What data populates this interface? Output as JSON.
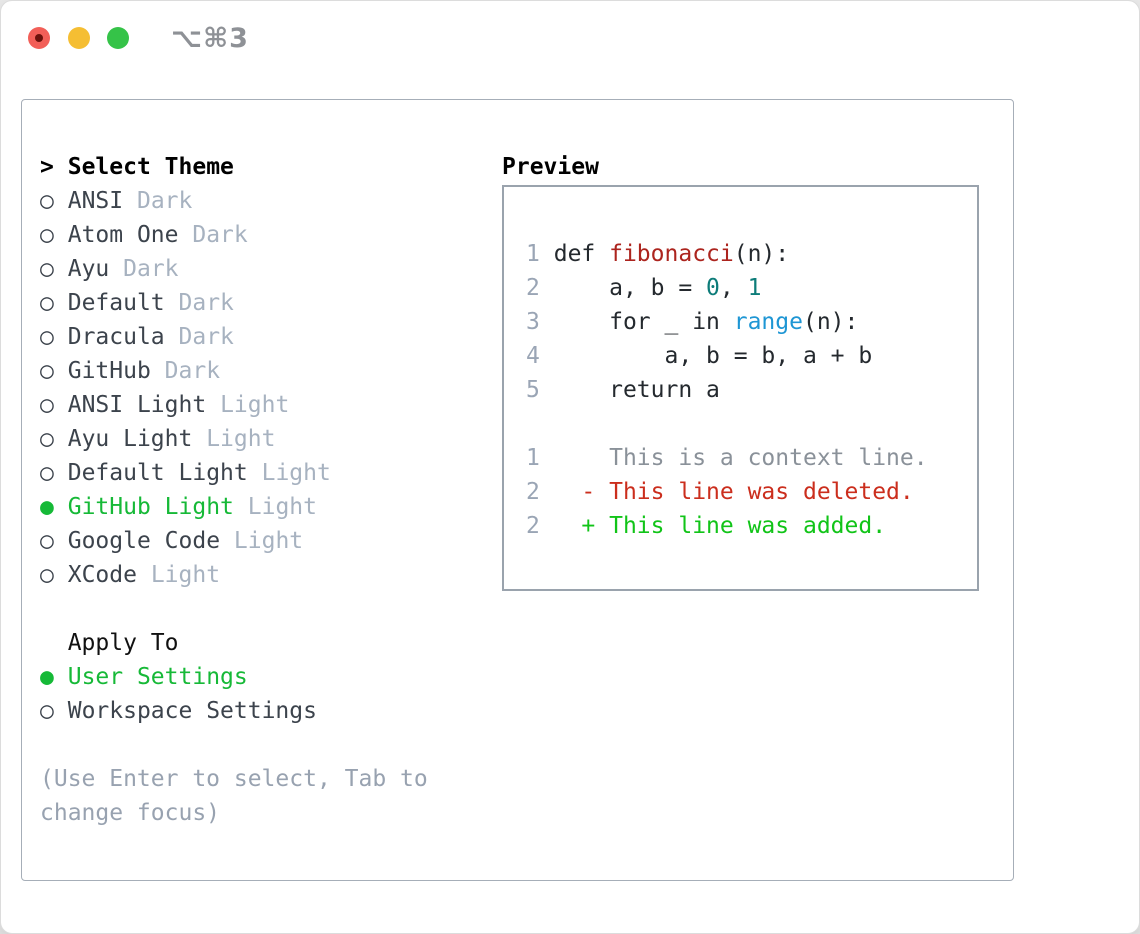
{
  "window": {
    "title": "⌥⌘3"
  },
  "titlebar_buttons": {
    "close_color": "#f25f58",
    "minimize_color": "#f5be33",
    "zoom_color": "#35c348"
  },
  "icons": {
    "radio_selected": "●",
    "radio_unselected": "○",
    "prompt": ">",
    "deleted_marker": "-",
    "added_marker": "+"
  },
  "left_panel": {
    "header": {
      "prefix": ">",
      "label": "Select Theme"
    },
    "themes": [
      {
        "name": "ANSI",
        "variant": "Dark",
        "selected": false
      },
      {
        "name": "Atom One",
        "variant": "Dark",
        "selected": false
      },
      {
        "name": "Ayu",
        "variant": "Dark",
        "selected": false
      },
      {
        "name": "Default",
        "variant": "Dark",
        "selected": false
      },
      {
        "name": "Dracula",
        "variant": "Dark",
        "selected": false
      },
      {
        "name": "GitHub",
        "variant": "Dark",
        "selected": false
      },
      {
        "name": "ANSI Light",
        "variant": "Light",
        "selected": false
      },
      {
        "name": "Ayu Light",
        "variant": "Light",
        "selected": false
      },
      {
        "name": "Default Light",
        "variant": "Light",
        "selected": false
      },
      {
        "name": "GitHub Light",
        "variant": "Light",
        "selected": true
      },
      {
        "name": "Google Code",
        "variant": "Light",
        "selected": false
      },
      {
        "name": "XCode",
        "variant": "Light",
        "selected": false
      }
    ],
    "apply_to": {
      "header": "Apply To",
      "options": [
        {
          "label": "User Settings",
          "selected": true
        },
        {
          "label": "Workspace Settings",
          "selected": false
        }
      ]
    },
    "help_lines": [
      "(Use Enter to select, Tab to",
      "change focus)"
    ]
  },
  "preview": {
    "header": "Preview",
    "code_lines": [
      {
        "number": "1",
        "segments": [
          {
            "text": "def ",
            "color": "default"
          },
          {
            "text": "fibonacci",
            "color": "function"
          },
          {
            "text": "(n):",
            "color": "default"
          }
        ]
      },
      {
        "number": "2",
        "segments": [
          {
            "text": "    a, b = ",
            "color": "default"
          },
          {
            "text": "0",
            "color": "number"
          },
          {
            "text": ", ",
            "color": "default"
          },
          {
            "text": "1",
            "color": "number"
          }
        ]
      },
      {
        "number": "3",
        "segments": [
          {
            "text": "    for _ in ",
            "color": "default"
          },
          {
            "text": "range",
            "color": "builtin"
          },
          {
            "text": "(n):",
            "color": "default"
          }
        ]
      },
      {
        "number": "4",
        "segments": [
          {
            "text": "        a, b = b, a + b",
            "color": "default"
          }
        ]
      },
      {
        "number": "5",
        "segments": [
          {
            "text": "    return a",
            "color": "default"
          }
        ]
      }
    ],
    "diff_lines": [
      {
        "number": "1",
        "text": "    This is a context line.",
        "kind": "context"
      },
      {
        "number": "2",
        "text": "  - This line was deleted.",
        "kind": "deleted"
      },
      {
        "number": "2",
        "text": "  + This line was added.",
        "kind": "added"
      }
    ]
  },
  "colors": {
    "accent_green": "#16b937",
    "diff_added": "#11c418",
    "diff_deleted": "#cb2e1d",
    "diff_context": "#8a9199",
    "code_default": "#24292e",
    "code_function": "#ac241e",
    "code_number": "#0d7c79",
    "code_builtin": "#1e96d4",
    "line_number": "#9aa5b5",
    "muted_variant": "#a7b2c0",
    "theme_text": "#3c434c",
    "help_text": "#98a2b0"
  }
}
